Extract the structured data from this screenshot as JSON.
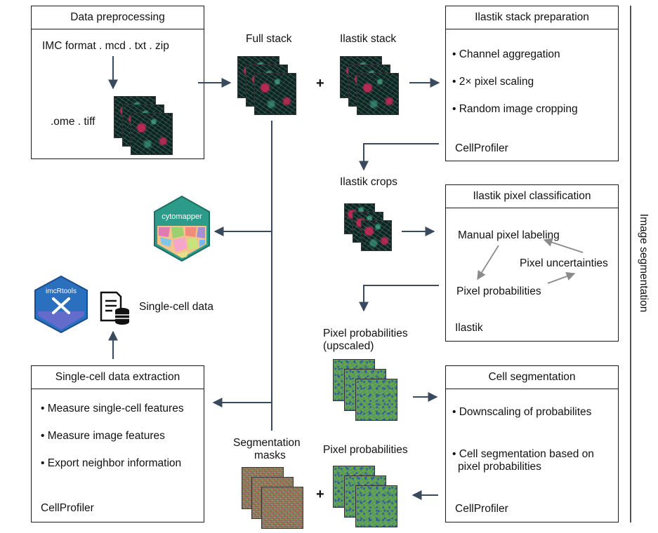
{
  "data_preprocessing": {
    "title": "Data preprocessing",
    "input_formats": "IMC format . mcd . txt . zip",
    "output_format": ".ome . tiff"
  },
  "full_stack_label": "Full stack",
  "ilastik_stack_label": "Ilastik stack",
  "plus_symbol": "+",
  "ilastik_stack_preparation": {
    "title": "Ilastik stack preparation",
    "items": [
      "• Channel aggregation",
      "• 2× pixel scaling",
      "• Random image cropping"
    ],
    "tool": "CellProfiler"
  },
  "ilastik_crops_label": "Ilastik crops",
  "ilastik_pixel_classification": {
    "title": "Ilastik pixel classification",
    "manual_labeling": "Manual pixel labeling",
    "uncertainties": "Pixel uncertainties",
    "probabilities": "Pixel probabilities",
    "tool": "Ilastik"
  },
  "pixel_probabilities_upscaled_label": [
    "Pixel probabilities",
    "(upscaled)"
  ],
  "cell_segmentation": {
    "title": "Cell segmentation",
    "items": [
      "• Downscaling of probabilites",
      "• Cell segmentation based on",
      "pixel probabilities"
    ],
    "tool": "CellProfiler"
  },
  "segmentation_masks_label": [
    "Segmentation",
    "masks"
  ],
  "pixel_probabilities_label": "Pixel probabilities",
  "single_cell_extraction": {
    "title": "Single-cell data extraction",
    "items": [
      "• Measure single-cell features",
      "• Measure image features",
      "• Export neighbor information"
    ],
    "tool": "CellProfiler"
  },
  "cytomapper_logo_text": "cytomapper",
  "imcrtools_logo_text": "imcRtools",
  "single_cell_data_label": "Single-cell data",
  "side_label": "Image segmentation",
  "colors": {
    "line": "#1a1a1a",
    "arrow": "#3a4a5e",
    "grey_arrow": "#8a8a8a",
    "cytomapper_bg": "#2d9b8a",
    "imcrtools_bg": "#2b6fbf"
  }
}
